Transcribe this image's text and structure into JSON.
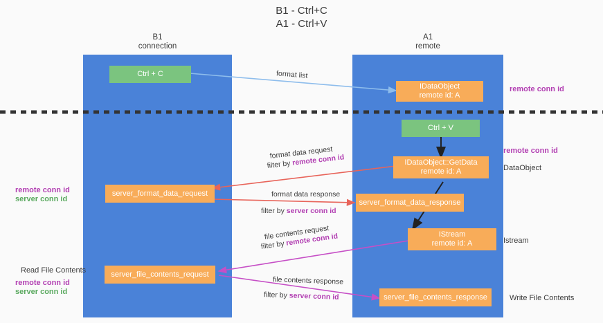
{
  "title": "B1 - Ctrl+C\nA1 - Ctrl+V",
  "columns": {
    "left": {
      "header": "B1\nconnection"
    },
    "right": {
      "header": "A1\nremote"
    }
  },
  "colors": {
    "lane": "#4a82d8",
    "node_orange": "#f8ac59",
    "node_green": "#7bc47f",
    "accent_purple": "#b23fb2",
    "accent_green": "#5aa95f",
    "arrow_blue": "#8ebdec",
    "arrow_red": "#e8645a",
    "arrow_magenta": "#c64fc6",
    "arrow_black": "#222222",
    "divider": "#333333",
    "background": "#fafafa"
  },
  "nodes": {
    "ctrl_c": "Ctrl + C",
    "ctrl_v": "Ctrl + V",
    "idataobject": "IDataObject\nremote id: A",
    "idataobject_getdata": "IDataObject::GetData\nremote id: A",
    "istream": "IStream\nremote id: A",
    "server_format_data_request": "server_format_data_request",
    "server_format_data_response": "server_format_data_response",
    "server_file_contents_request": "server_file_contents_request",
    "server_file_contents_response": "server_file_contents_response"
  },
  "right_labels": {
    "remote_conn_id_top": "remote conn id",
    "remote_conn_id_mid": "remote conn id",
    "dataobject": "DataObject",
    "istream": "Istream",
    "write_file_contents": "Write File Contents"
  },
  "left_labels": {
    "remote_conn_id": "remote conn id",
    "server_conn_id": "server conn id",
    "read_file_contents": "Read File Contents",
    "remote_conn_id_2": "remote conn id",
    "server_conn_id_2": "server conn id"
  },
  "arrow_labels": {
    "format_list": "format list",
    "format_data_request": "format data request",
    "filter_by_remote_1_prefix": "filter by ",
    "filter_by_remote_1_hl": "remote conn id",
    "format_data_response": "format data response",
    "filter_by_server_1_prefix": "filter by ",
    "filter_by_server_1_hl": "server conn id",
    "file_contents_request": "file contents request",
    "filter_by_remote_2_prefix": "filter by ",
    "filter_by_remote_2_hl": "remote conn id",
    "file_contents_response": "file contents response",
    "filter_by_server_2_prefix": "filter by ",
    "filter_by_server_2_hl": "server conn id"
  }
}
